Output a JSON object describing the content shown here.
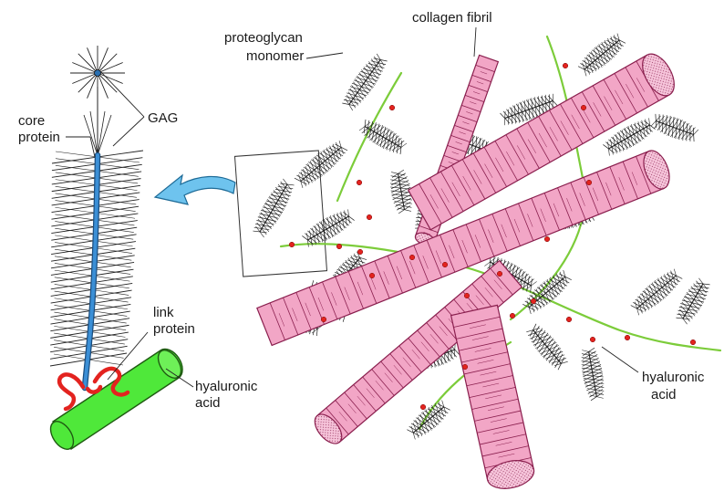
{
  "labels": {
    "gag": "GAG",
    "core_protein_1": "core",
    "core_protein_2": "protein",
    "link_protein_1": "link",
    "link_protein_2": "protein",
    "hyaluronic_left_1": "hyaluronic",
    "hyaluronic_left_2": "acid",
    "proteoglycan_1": "proteoglycan",
    "proteoglycan_2": "monomer",
    "collagen_fibril": "collagen fibril",
    "hyaluronic_right_1": "hyaluronic",
    "hyaluronic_right_2": "acid"
  },
  "colors": {
    "collagen_fill": "#f2a6c6",
    "collagen_stroke": "#8a1f4e",
    "hyaluronic_fill": "#4fe83a",
    "hyaluronic_line": "#7ccc3a",
    "core_protein": "#3b8fd6",
    "link_protein": "#e3231f",
    "arrow": "#6ec3ee",
    "gag": "#222222"
  },
  "icons": {
    "arrow": "curved-arrow-icon"
  }
}
